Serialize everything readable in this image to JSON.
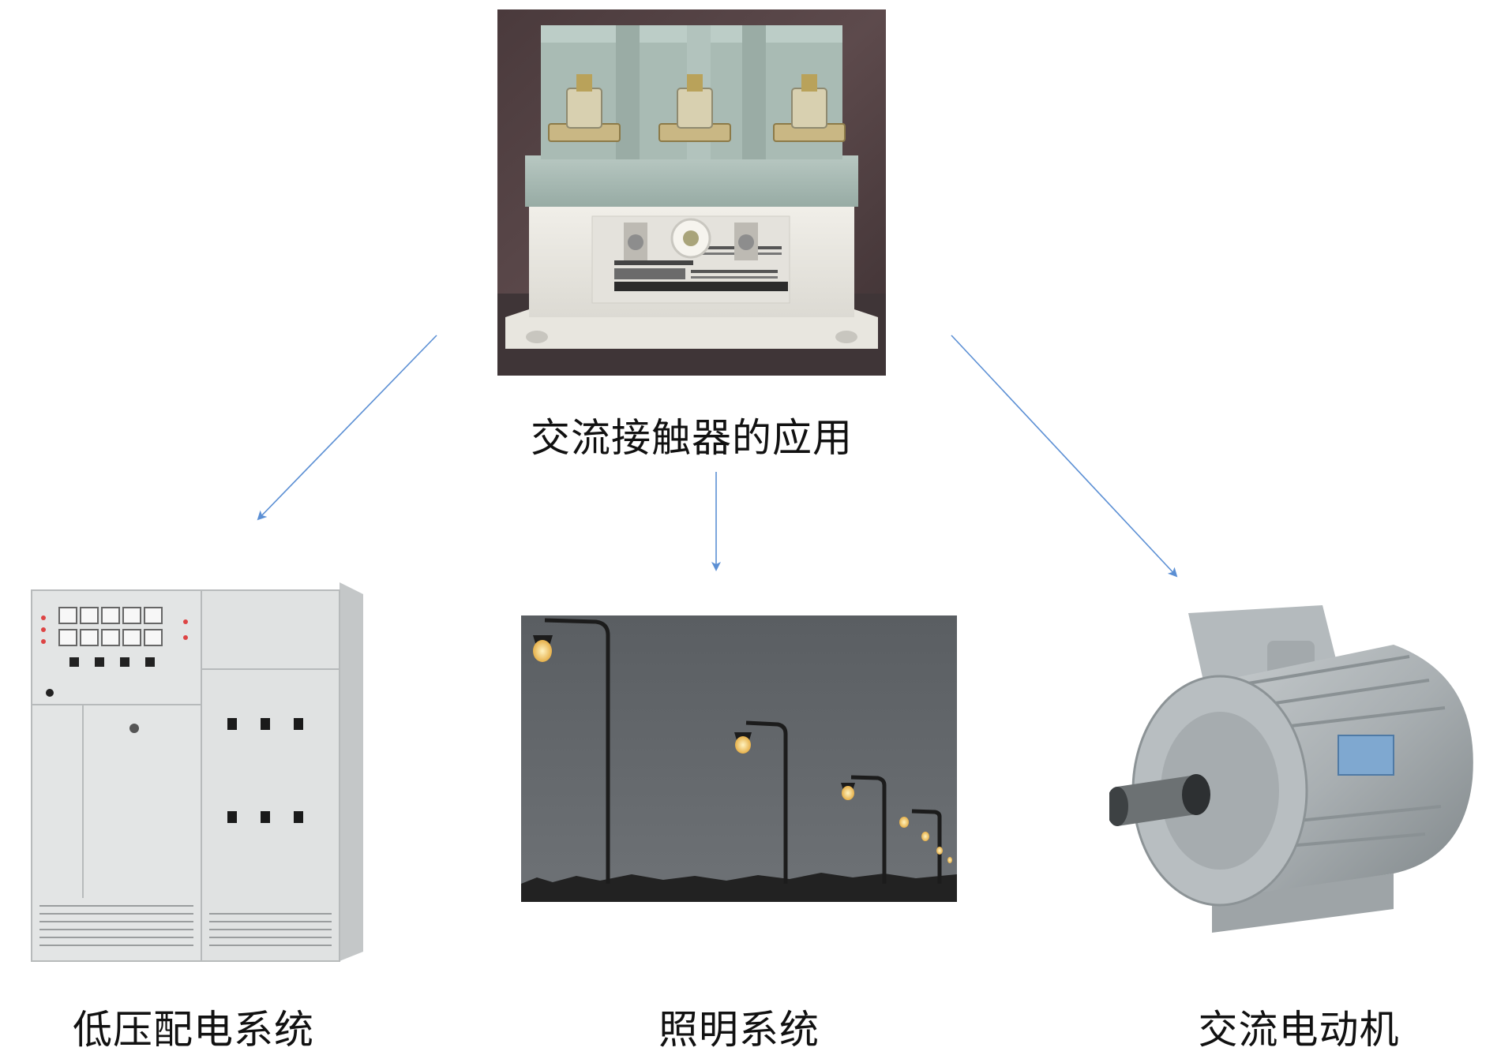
{
  "center": {
    "label": "交流接触器的应用",
    "image_icon": "ac-contactor-photo"
  },
  "targets": [
    {
      "label": "低压配电系统",
      "image_icon": "distribution-cabinet-photo"
    },
    {
      "label": "照明系统",
      "image_icon": "street-lights-photo"
    },
    {
      "label": "交流电动机",
      "image_icon": "electric-motor-photo"
    }
  ],
  "colors": {
    "arrow": "#5b8fd4",
    "text": "#111111",
    "background": "#ffffff"
  }
}
